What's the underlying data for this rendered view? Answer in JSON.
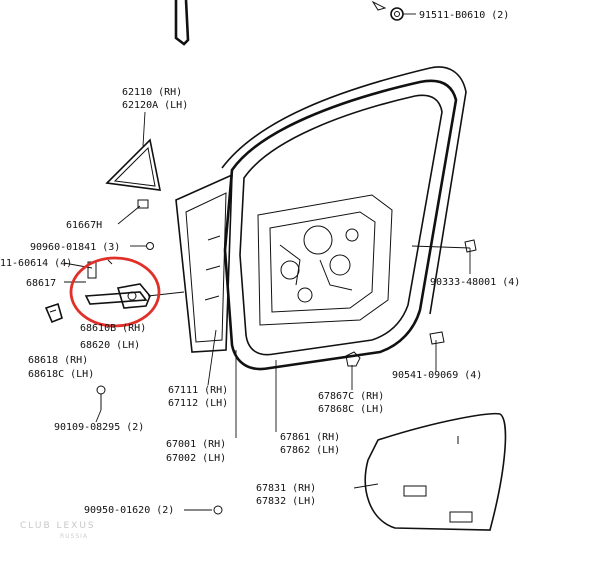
{
  "labels": {
    "p91511": "91511-B0610 (2)",
    "p62110": "62110  (RH)",
    "p62120a": "62120A (LH)",
    "p61667h": "61667H",
    "p90960": "90960-01841 (3)",
    "p11_60614": "11-60614 (4)",
    "p68617": "68617",
    "p68610b": "68610B (RH)",
    "p68620": "68620    (LH)",
    "p68618": "68618  (RH)",
    "p68618c": "68618C (LH)",
    "p90109": "90109-08295 (2)",
    "p67111": "67111 (RH)",
    "p67112": "67112 (LH)",
    "p67001": "67001 (RH)",
    "p67002": "67002 (LH)",
    "p67861": "67861 (RH)",
    "p67862": "67862 (LH)",
    "p67867c": "67867C (RH)",
    "p67868c": "67868C (LH)",
    "p90333": "90333-48001 (4)",
    "p90541": "90541-09069 (4)",
    "p67831": "67831 (RH)",
    "p67832": "67832 (LH)",
    "p90950": "90950-01620 (2)"
  },
  "watermark": {
    "main": "CLUB LEXUS",
    "sub": "RUSSIA"
  },
  "colors": {
    "line": "#111111",
    "highlight_circle": "#e0302a",
    "watermark": "#c8c8c8"
  }
}
